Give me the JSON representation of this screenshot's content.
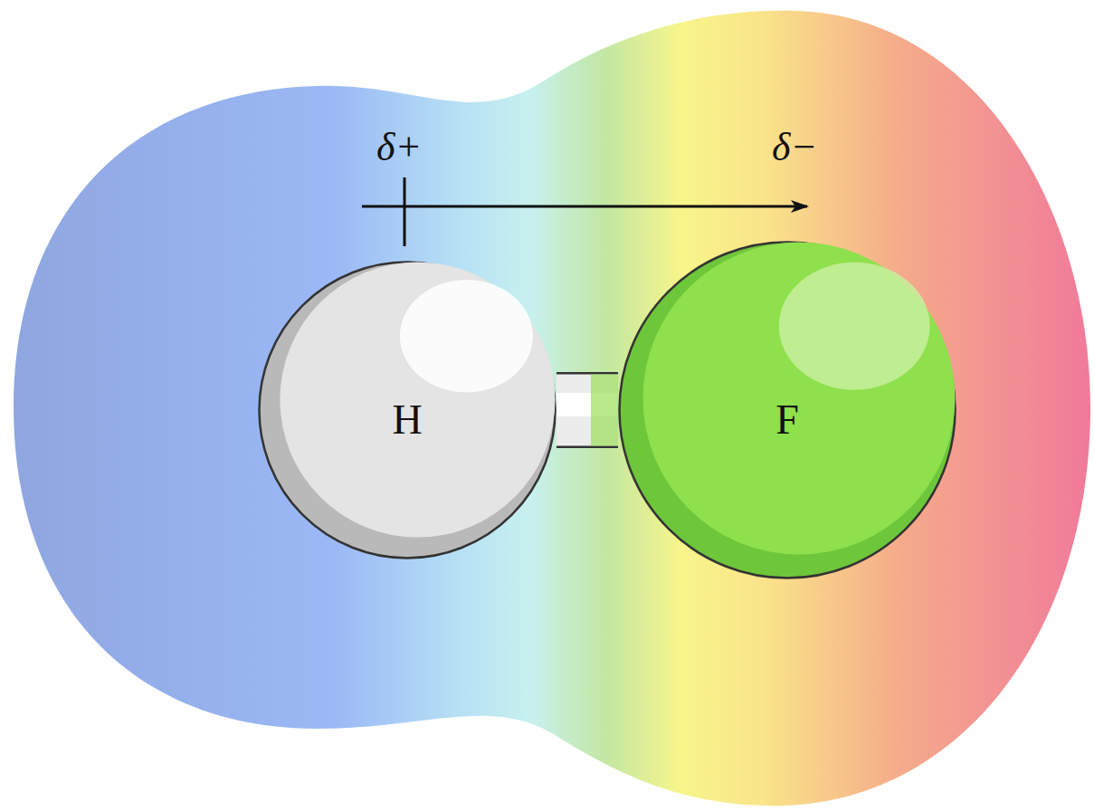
{
  "diagram": {
    "nodes": [
      {
        "text": [
          "H"
        ]
      },
      {
        "text": [
          "F"
        ]
      }
    ],
    "edges": [
      {
        "from": 0,
        "to": 1,
        "arrow": "none"
      }
    ],
    "labels": [
      "δ+",
      "δ−"
    ]
  }
}
